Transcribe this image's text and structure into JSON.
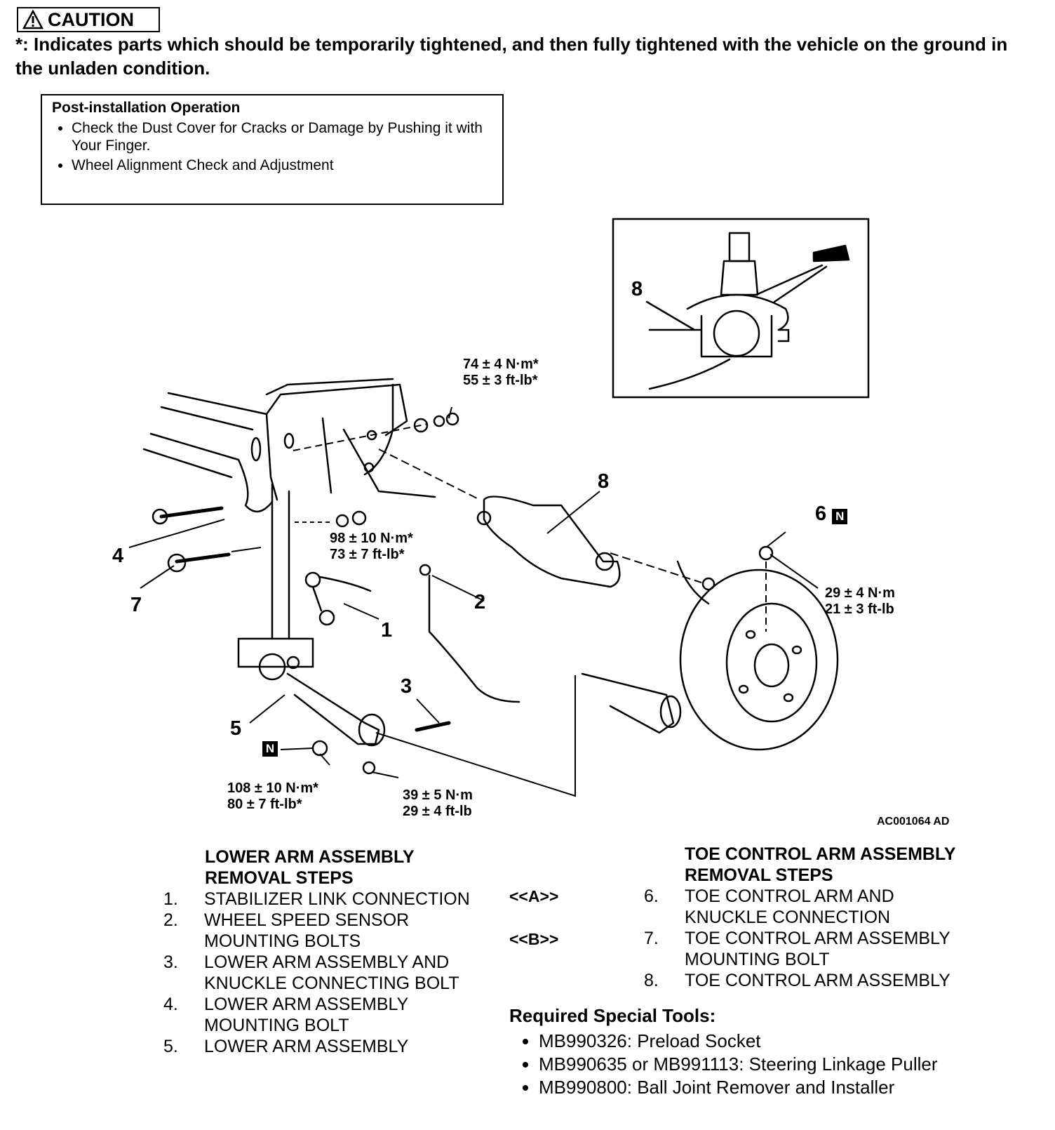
{
  "caution": {
    "label": "CAUTION",
    "note": "*: Indicates parts which should be temporarily tightened, and then fully tightened with the vehicle on the ground in the unladen condition."
  },
  "post_installation": {
    "title": "Post-installation Operation",
    "items": [
      "Check the Dust Cover for Cracks or Damage by Pushing it with Your Finger.",
      "Wheel Alignment Check and Adjustment"
    ]
  },
  "diagram": {
    "torque": {
      "t1_nm": "74 ± 4 N·m*",
      "t1_ft": "55 ± 3 ft-lb*",
      "t2_nm": "98 ± 10 N·m*",
      "t2_ft": "73 ± 7 ft-lb*",
      "t3_nm": "29 ± 4 N·m",
      "t3_ft": "21 ± 3 ft-lb",
      "t4_nm": "108 ± 10 N·m*",
      "t4_ft": "80 ± 7 ft-lb*",
      "t5_nm": "39 ± 5 N·m",
      "t5_ft": "29 ± 4 ft-lb"
    },
    "callouts": {
      "c1": "1",
      "c2": "2",
      "c3": "3",
      "c4": "4",
      "c5": "5",
      "c6": "6",
      "c7": "7",
      "c8": "8",
      "c8_inset": "8"
    },
    "new_part_mark": "N",
    "figure_code": "AC001064 AD"
  },
  "lower_arm": {
    "title_line1": "LOWER ARM ASSEMBLY",
    "title_line2": "REMOVAL STEPS",
    "steps": [
      {
        "n": "1.",
        "l1": "STABILIZER LINK CONNECTION",
        "l2": ""
      },
      {
        "n": "2.",
        "l1": "WHEEL SPEED SENSOR",
        "l2": "MOUNTING BOLTS"
      },
      {
        "n": "3.",
        "l1": "LOWER ARM ASSEMBLY AND",
        "l2": "KNUCKLE CONNECTING BOLT"
      },
      {
        "n": "4.",
        "l1": "LOWER ARM ASSEMBLY",
        "l2": "MOUNTING BOLT"
      },
      {
        "n": "5.",
        "l1": "LOWER ARM ASSEMBLY",
        "l2": ""
      }
    ]
  },
  "markers": {
    "a": "<<A>>",
    "b": "<<B>>"
  },
  "toe_control": {
    "title_line1": "TOE CONTROL ARM ASSEMBLY",
    "title_line2": "REMOVAL STEPS",
    "steps": [
      {
        "n": "6.",
        "l1": "TOE CONTROL ARM AND",
        "l2": "KNUCKLE CONNECTION"
      },
      {
        "n": "7.",
        "l1": "TOE CONTROL ARM ASSEMBLY",
        "l2": "MOUNTING BOLT"
      },
      {
        "n": "8.",
        "l1": "TOE CONTROL ARM ASSEMBLY",
        "l2": ""
      }
    ]
  },
  "tools": {
    "title": "Required Special Tools:",
    "items": [
      "MB990326: Preload Socket",
      "MB990635 or MB991113: Steering Linkage Puller",
      "MB990800: Ball Joint Remover and Installer"
    ]
  }
}
